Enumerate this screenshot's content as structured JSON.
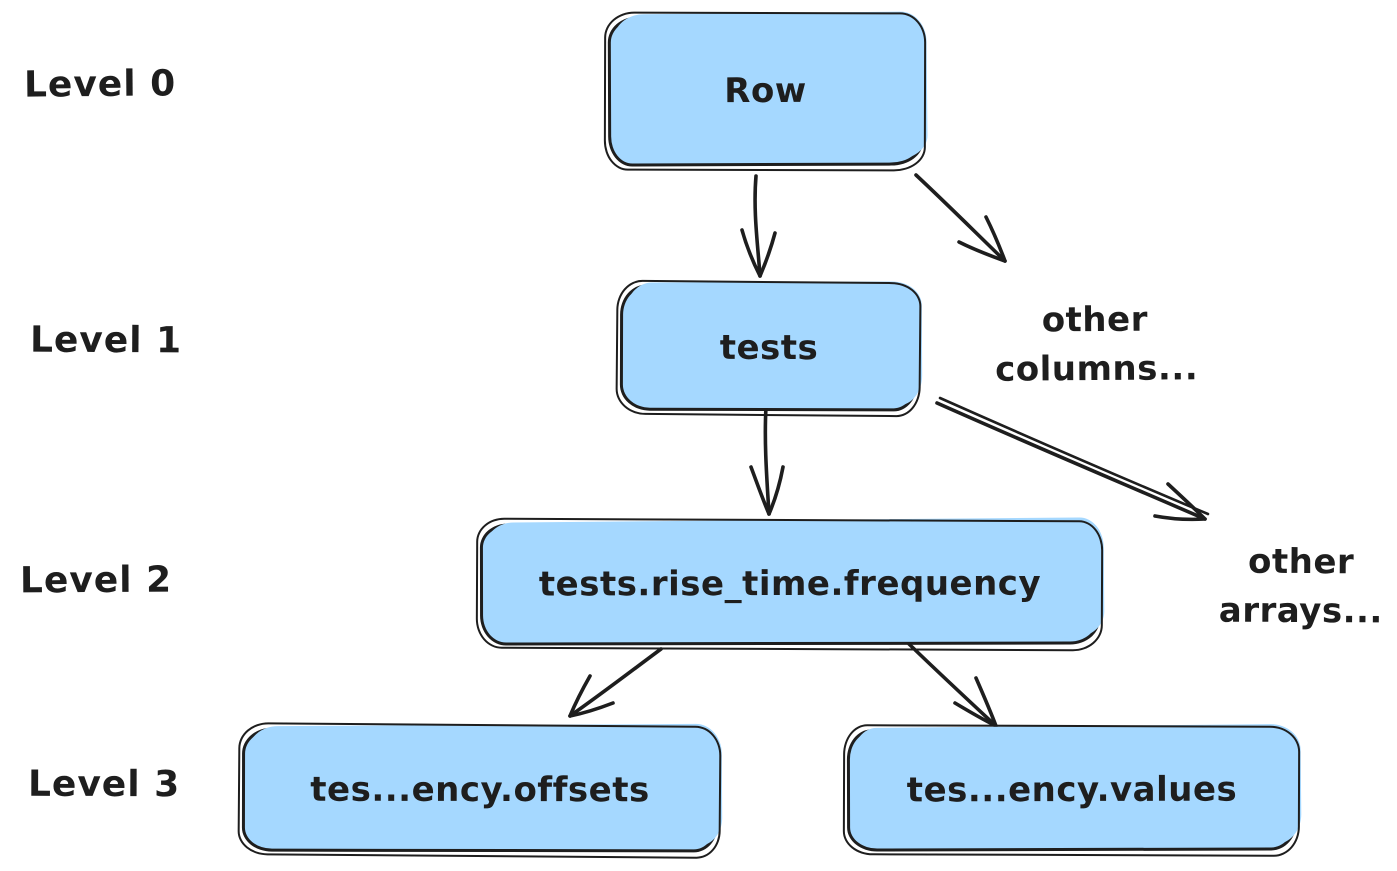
{
  "diagram": {
    "description": "Hand-drawn tree diagram of nested column structure across four levels",
    "colors": {
      "node_fill": "#a5d8ff",
      "stroke": "#1e1e1e",
      "background": "#ffffff"
    },
    "levels": [
      {
        "label": "Level 0"
      },
      {
        "label": "Level 1"
      },
      {
        "label": "Level 2"
      },
      {
        "label": "Level 3"
      }
    ],
    "nodes": [
      {
        "id": "row",
        "level": 0,
        "label": "Row"
      },
      {
        "id": "tests",
        "level": 1,
        "label": "tests"
      },
      {
        "id": "frequency",
        "level": 2,
        "label": "tests.rise_time.frequency"
      },
      {
        "id": "offsets",
        "level": 3,
        "label": "tes...ency.offsets"
      },
      {
        "id": "values",
        "level": 3,
        "label": "tes...ency.values"
      }
    ],
    "annotations": [
      {
        "id": "other-columns",
        "lines": [
          "other",
          "columns..."
        ]
      },
      {
        "id": "other-arrays",
        "lines": [
          "other",
          "arrays..."
        ]
      }
    ],
    "edges": [
      {
        "from": "row",
        "to": "tests"
      },
      {
        "from": "row",
        "to": "other-columns"
      },
      {
        "from": "tests",
        "to": "frequency"
      },
      {
        "from": "tests",
        "to": "other-arrays"
      },
      {
        "from": "frequency",
        "to": "offsets"
      },
      {
        "from": "frequency",
        "to": "values"
      }
    ]
  }
}
